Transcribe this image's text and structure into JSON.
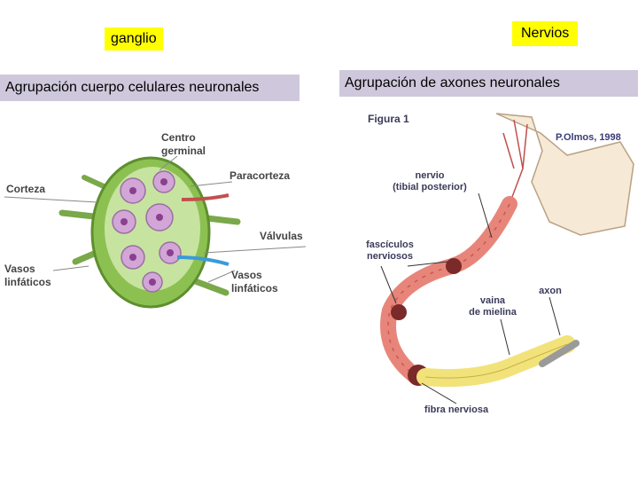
{
  "left": {
    "title": "ganglio",
    "subtitle": "Agrupación cuerpo celulares neuronales",
    "labels": {
      "centro": "Centro\ngerminal",
      "paracorteza": "Paracorteza",
      "corteza": "Corteza",
      "valvulas": "Válvulas",
      "vasos_left": "Vasos\nlinfáticos",
      "vasos_right": "Vasos\nlinfáticos"
    }
  },
  "right": {
    "title": "Nervios",
    "subtitle": "Agrupación de axones neuronales",
    "labels": {
      "figura": "Figura 1",
      "author": "P.Olmos, 1998",
      "nervio": "nervio\n(tibial posterior)",
      "fasciculos": "fascículos\nnerviosos",
      "axon": "axon",
      "vaina": "vaina\nde mielina",
      "fibra": "fibra nerviosa"
    }
  },
  "colors": {
    "highlight": "#ffff00",
    "band": "#cfc8dc",
    "node_green": "#8cc152",
    "germinal": "#d2a6d6",
    "nerve_red": "#e8857a",
    "myelin": "#f2e27a"
  }
}
